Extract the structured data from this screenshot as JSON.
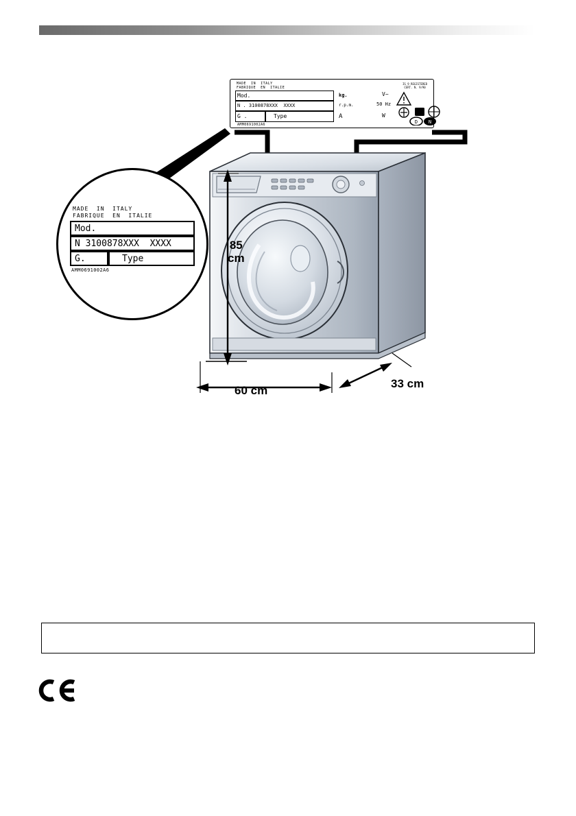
{
  "document": {
    "type": "appliance-manual-page",
    "page_number": ""
  },
  "rating_plate_small": {
    "made_in": "MADE  IN  ITALY\nFABRIQUE  EN  ITALIE",
    "mod_label": "Mod.",
    "serial_label": "N .",
    "serial_value": "3100878XXX  XXXX",
    "g_label": "G .",
    "type_label": "Type",
    "code": "AMM0691002A6",
    "kg_label": "kg.",
    "rpm_label": "r.p.m.",
    "amp_label": "A",
    "volt_label": "V~",
    "hz_label": "50 Hz",
    "watt_label": "W",
    "iso_text": "IS 9 REGISTERED\nCERT. N. 9/90"
  },
  "magnifier_plate": {
    "made_in": "MADE  IN  ITALY\nFABRIQUE  EN  ITALIE",
    "mod_label": "Mod.",
    "serial_label": "N",
    "serial_value": "3100878XXX  XXXX",
    "g_label": "G.",
    "type_label": "Type",
    "code": "AMM0691002A6"
  },
  "dimensions": {
    "height": "85\ncm",
    "width": "60 cm",
    "depth": "33 cm"
  },
  "note_box": {
    "text": ""
  },
  "ce_mark": {
    "label": "CE"
  },
  "colors": {
    "bar_start": "#6a6a6a",
    "bar_end": "#ffffff",
    "ink": "#000000",
    "appliance_body": "#c8ced6",
    "appliance_highlight": "#eef1f5",
    "appliance_shadow": "#8e97a3"
  }
}
